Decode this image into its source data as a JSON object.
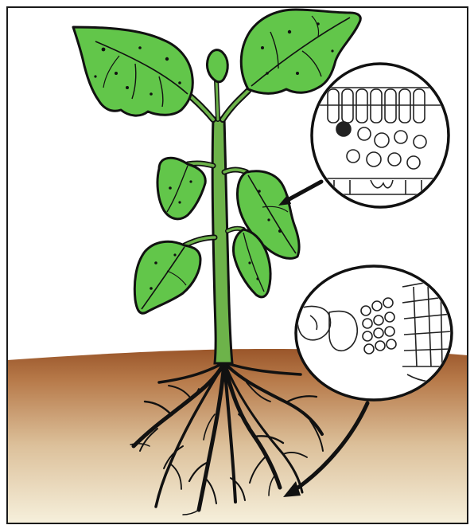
{
  "diagram": {
    "subject": "plant",
    "parts": [
      {
        "id": "stem",
        "icon": "stem-icon"
      },
      {
        "id": "leaves",
        "icon": "leaf-icon",
        "count": 7
      },
      {
        "id": "roots",
        "icon": "root-icon"
      },
      {
        "id": "soil",
        "icon": "soil-icon"
      },
      {
        "id": "leaf-cell-magnifier",
        "icon": "magnifier-icon"
      },
      {
        "id": "root-tip-magnifier",
        "icon": "magnifier-icon"
      }
    ],
    "colors": {
      "leaf": "#62c64a",
      "stem": "#6db34a",
      "soil_top": "#9c5a2c",
      "soil_bottom": "#f4ecd4",
      "outline": "#111111",
      "frame": "#1a1a1a"
    }
  }
}
